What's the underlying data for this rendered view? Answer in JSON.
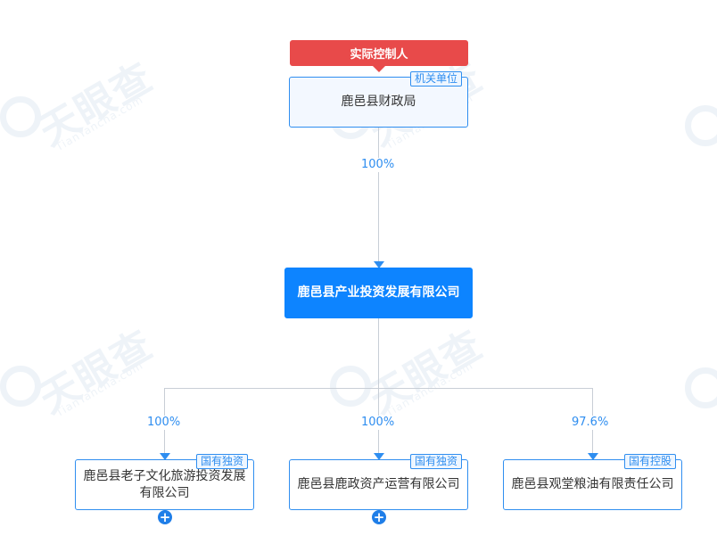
{
  "watermark": {
    "main": "天眼查",
    "sub": "TianYancha.com"
  },
  "controller_badge": "实际控制人",
  "root": {
    "name": "鹿邑县财政局",
    "tag": "机关单位"
  },
  "main_company": {
    "name": "鹿邑县产业投资发展有限公司",
    "share_from_root": "100%"
  },
  "subsidiaries": [
    {
      "name": "鹿邑县老子文化旅游投资发展有限公司",
      "tag": "国有独资",
      "share": "100%",
      "expandable": true
    },
    {
      "name": "鹿邑县鹿政资产运营有限公司",
      "tag": "国有独资",
      "share": "100%",
      "expandable": true
    },
    {
      "name": "鹿邑县观堂粮油有限责任公司",
      "tag": "国有控股",
      "share": "97.6%",
      "expandable": false
    }
  ],
  "colors": {
    "accent": "#0d84ff",
    "border": "#2f8ef0",
    "badge": "#e84a4a",
    "line": "#c8ced6"
  },
  "icons": {
    "expand": "plus-circle-icon",
    "watermark_logo": "tianyancha-logo-icon"
  }
}
